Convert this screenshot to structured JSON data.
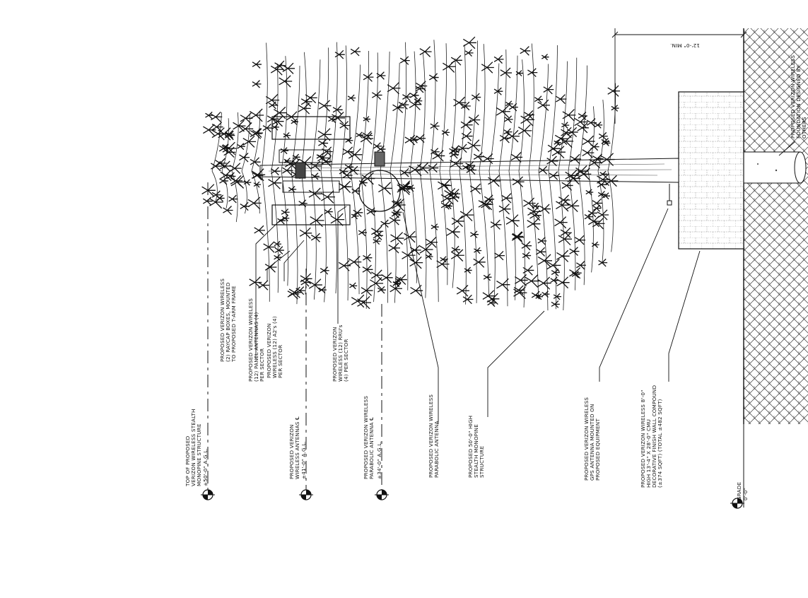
{
  "drawing": {
    "labels": {
      "top_of_structure": [
        "TOP OF PROPOSED",
        "VERIZON WIRELESS STEALTH",
        "MONOPINE STRUCTURE",
        "±50'-0\" A.G.L."
      ],
      "raycap_boxes": [
        "PROPOSED VERIZON WIRELESS",
        "(2) RAYCAP BOXES, MOUNTED",
        "TO PROPOSED T-ARM FRAME"
      ],
      "panel_antennas": [
        "PROPOSED VERIZON WIRELESS",
        "(12) PANEL ANTENNAS (4)",
        "PER SECTOR"
      ],
      "a2s": [
        "PROPOSED VERIZON",
        "WIRELESS (12) A2's (4)",
        "PER SECTOR"
      ],
      "rrus": [
        "PROPOSED VERIZON",
        "WIRELESS (12) RRU's",
        "(4) PER SECTOR"
      ],
      "antennas_cl": [
        "PROPOSED VERIZON",
        "WIRELESS ANTENNAS ℄",
        "±41'-0\" A.G.L."
      ],
      "parabolic_cl": [
        "PROPOSED VERIZON WIRELESS",
        "PARABOLIC ANTENNA ℄",
        "±34'-0\" A.G.L."
      ],
      "parabolic_antenna": [
        "PROPOSED VERIZON WIRELESS",
        "PARABOLIC ANTENNA"
      ],
      "monopine": [
        "PROPOSED 50'-0\" HIGH",
        "STEALTH MONOPINE",
        "STRUCTURE"
      ],
      "gps_antenna": [
        "PROPOSED VERIZON WIRELESS",
        "GPS ANTENNA MOUNTED ON",
        "PROPOSED EQUIPMENT"
      ],
      "compound": [
        "PROPOSED VERIZON WIRELESS 8'-0\"",
        "HIGH 13'-4\" X 28'-0\" CMU",
        "DECORATIVE FINISH WALL COMPOUND",
        "(±374 SQFT) (TOTAL ±482 SQFT)"
      ],
      "foundation": [
        "PROPOSED VERIZON WIRELESS",
        "FOUNDATION DESIGNED BY",
        "OTHERS"
      ],
      "grade": [
        "GRADE",
        "0'-0\""
      ],
      "dimension": "12'-0\" MIN."
    }
  }
}
